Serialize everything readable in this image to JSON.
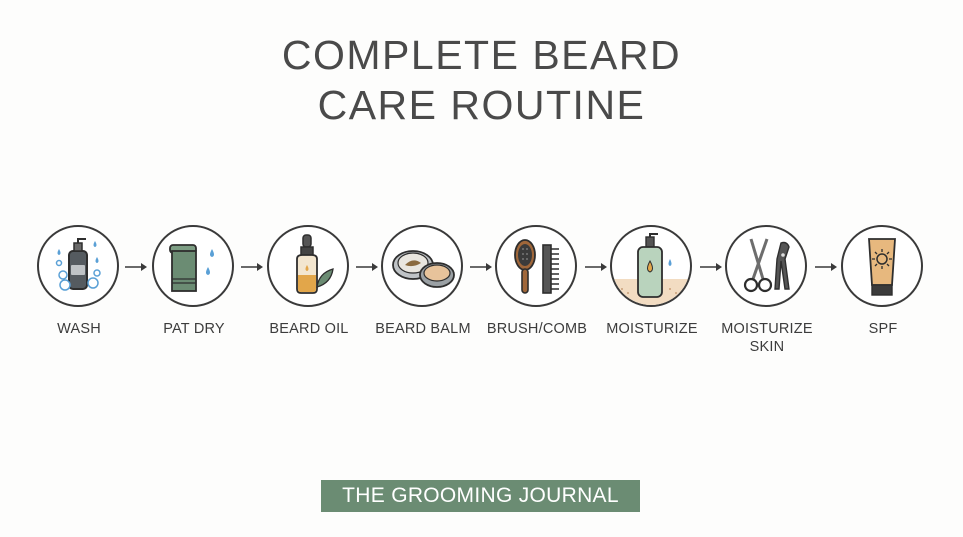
{
  "title": {
    "line1": "COMPLETE BEARD",
    "line2": "CARE ROUTINE"
  },
  "steps": [
    {
      "label": "WASH",
      "icon": "shampoo-bottle-icon"
    },
    {
      "label": "PAT DRY",
      "icon": "towel-icon"
    },
    {
      "label": "BEARD OIL",
      "icon": "dropper-bottle-icon"
    },
    {
      "label": "BEARD BALM",
      "icon": "balm-tin-icon"
    },
    {
      "label": "BRUSH/COMB",
      "icon": "brush-comb-icon"
    },
    {
      "label": "MOISTURIZE",
      "icon": "lotion-pump-icon"
    },
    {
      "label": "MOISTURIZE SKIN",
      "icon": "scissors-clippers-icon"
    },
    {
      "label": "SPF",
      "icon": "sunscreen-tube-icon"
    }
  ],
  "footer": {
    "label": "THE GROOMING JOURNAL"
  },
  "colors": {
    "text": "#4a4a4a",
    "outline": "#3a3a3a",
    "green": "#6b8c73",
    "water_blue": "#5aa0d6",
    "amber": "#e2a64a",
    "wood": "#a0673a",
    "tan": "#e7c39b"
  }
}
